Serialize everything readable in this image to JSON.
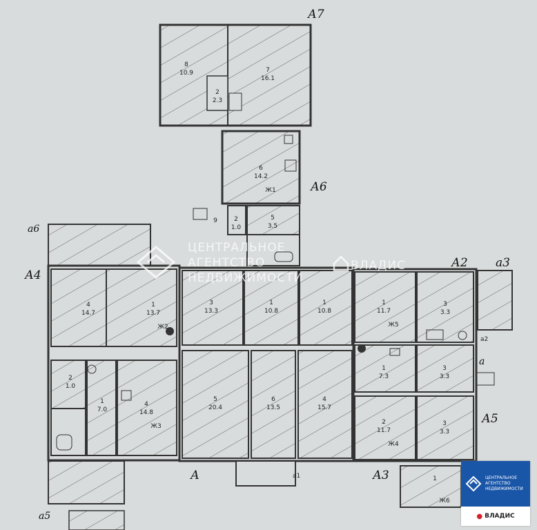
{
  "axes": {
    "a7": "А7",
    "a6": "А6",
    "a4": "А4",
    "a2": "А2",
    "a3_lower": "а3",
    "a6_lower": "а6",
    "a_lower": "а",
    "a5": "А5",
    "a_main": "А",
    "a3": "А3",
    "a5_lower": "а5",
    "a1": "а1",
    "a2_lower": "а2"
  },
  "rooms": [
    {
      "id": "r8",
      "num": "8",
      "area": "10.9"
    },
    {
      "id": "r7",
      "num": "7",
      "area": "16.1"
    },
    {
      "id": "r2a",
      "num": "2",
      "area": "2.3"
    },
    {
      "id": "r6top",
      "num": "6",
      "area": "14.2",
      "tag": "Ж1"
    },
    {
      "id": "r9",
      "num": "9",
      "area": ""
    },
    {
      "id": "r2b",
      "num": "2",
      "area": "1.0"
    },
    {
      "id": "r5b",
      "num": "5",
      "area": "3.5"
    },
    {
      "id": "r4a",
      "num": "4",
      "area": "14.7"
    },
    {
      "id": "r1a",
      "num": "1",
      "area": "13.7",
      "tag": "Ж2"
    },
    {
      "id": "r3a",
      "num": "3",
      "area": "13.3"
    },
    {
      "id": "r1b",
      "num": "1",
      "area": "10.8"
    },
    {
      "id": "r1c",
      "num": "1",
      "area": "10.8"
    },
    {
      "id": "r1d",
      "num": "1",
      "area": "11.7",
      "tag": "Ж5"
    },
    {
      "id": "r3b",
      "num": "3",
      "area": "3.3"
    },
    {
      "id": "r2c",
      "num": "2",
      "area": "1.0"
    },
    {
      "id": "r1e",
      "num": "1",
      "area": "7.0"
    },
    {
      "id": "r4b",
      "num": "4",
      "area": "14.8",
      "tag": "Ж3"
    },
    {
      "id": "r5a",
      "num": "5",
      "area": "20.4"
    },
    {
      "id": "r6b",
      "num": "6",
      "area": "13.5"
    },
    {
      "id": "r4c",
      "num": "4",
      "area": "15.7"
    },
    {
      "id": "r1f",
      "num": "1",
      "area": "7.3"
    },
    {
      "id": "r2d",
      "num": "2",
      "area": "11.7",
      "tag": "Ж4"
    },
    {
      "id": "r3c",
      "num": "3",
      "area": "3.3"
    },
    {
      "id": "r3d",
      "num": "3",
      "area": "3.3"
    },
    {
      "id": "r1g",
      "num": "1",
      "area": "",
      "tag": "Ж6"
    }
  ],
  "watermark": {
    "line1": "ЦЕНТРАЛЬНОЕ",
    "line2": "АГЕНТСТВО",
    "line3": "НЕДВИЖИМОСТИ",
    "brand": "ВЛАДИС"
  },
  "logo": {
    "line1": "ЦЕНТРАЛЬНОЕ",
    "line2": "АГЕНТСТВО",
    "line3": "НЕДВИЖИМОСТИ",
    "brand": "ВЛАДИС"
  },
  "colors": {
    "paper": "#d9dcdc",
    "wall": "#333333",
    "logo_blue": "#1a56a8",
    "logo_red": "#d6202a"
  }
}
